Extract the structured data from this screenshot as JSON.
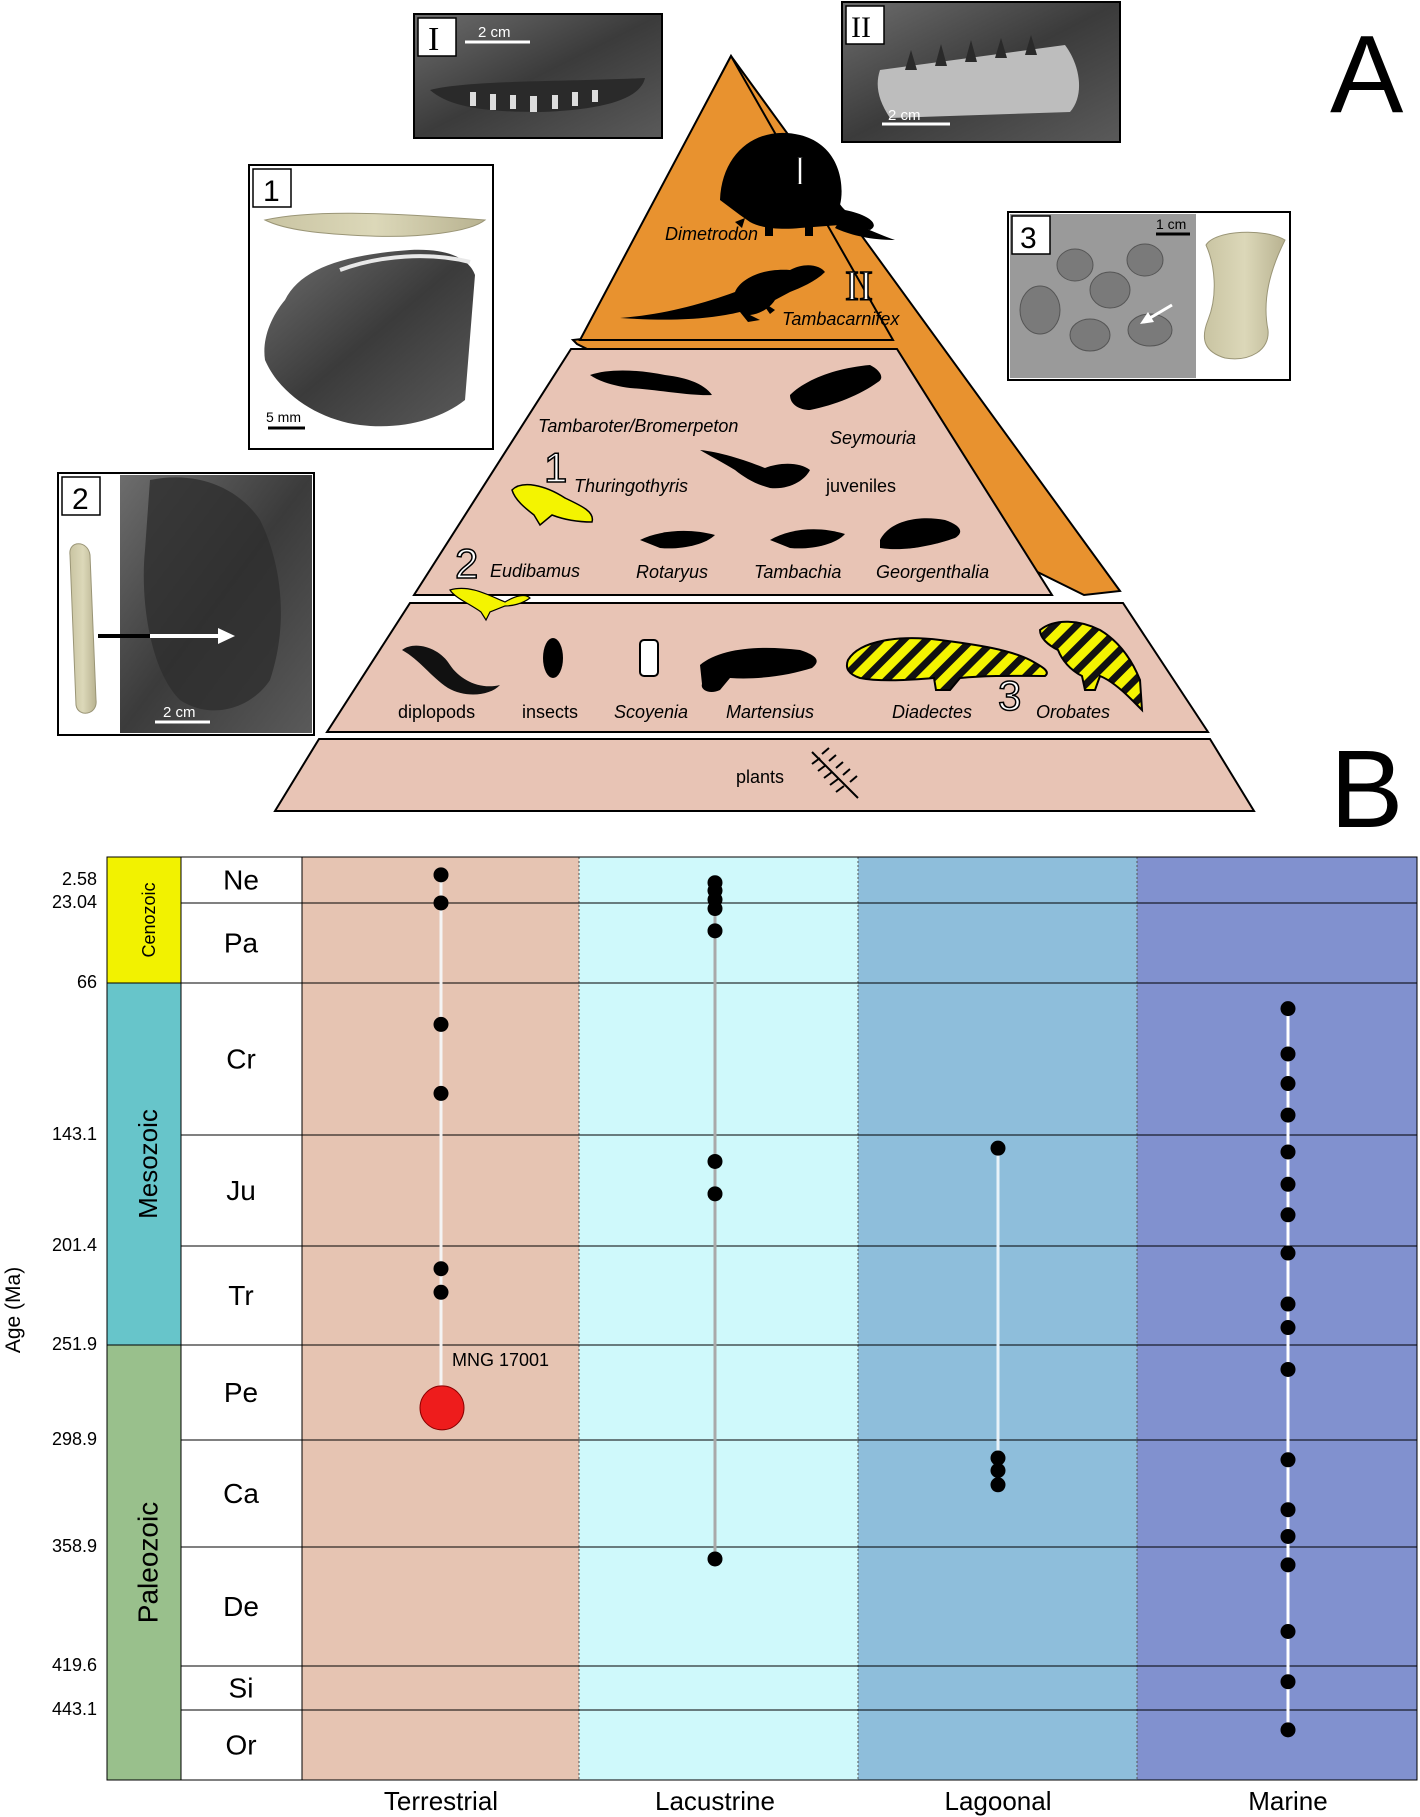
{
  "panel_labels": {
    "a": "A",
    "b": "B"
  },
  "pyramid": {
    "apex": {
      "taxa": [
        {
          "label": "Dimetrodon",
          "marker": "I"
        },
        {
          "label": "Tambacarnifex",
          "marker": "II"
        }
      ]
    },
    "middle": {
      "taxa": [
        {
          "label": "Tambaroter/Bromerpeton"
        },
        {
          "label": "Seymouria"
        },
        {
          "label": "Thuringothyris",
          "marker": "1"
        },
        {
          "label": "juveniles"
        },
        {
          "label": "Eudibamus",
          "marker": "2"
        },
        {
          "label": "Rotaryus"
        },
        {
          "label": "Tambachia"
        },
        {
          "label": "Georgenthalia"
        }
      ]
    },
    "lower": {
      "taxa": [
        {
          "label": "diplopods"
        },
        {
          "label": "insects"
        },
        {
          "label": "Scoyenia"
        },
        {
          "label": "Martensius"
        },
        {
          "label": "Diadectes"
        },
        {
          "label": "Orobates",
          "marker": "3"
        }
      ]
    },
    "base": {
      "taxa": [
        {
          "label": "plants"
        }
      ]
    }
  },
  "insets": [
    {
      "id": "I",
      "scale": "2 cm"
    },
    {
      "id": "II",
      "scale": "2 cm"
    },
    {
      "id": "1",
      "scale": "5 mm"
    },
    {
      "id": "2",
      "scale": "2 cm"
    },
    {
      "id": "3",
      "scale": "1 cm"
    }
  ],
  "colors": {
    "apex": "#e8922f",
    "tiers": "#e8c4b5",
    "yellow": "#f4f400",
    "cenozoic": "#f2f200",
    "mesozoic": "#67c5ca",
    "paleozoic": "#99c08c",
    "terrestrial": "#e6c4b2",
    "lacustrine": "#cff9fb",
    "lagoonal": "#8ebedb",
    "marine": "#8191cf",
    "highlight": "#ee1c1c"
  },
  "chart_data": {
    "type": "scatter",
    "ylabel": "Age (Ma)",
    "y_boundaries": [
      2.58,
      23.04,
      66.0,
      143.1,
      201.4,
      251.9,
      298.9,
      358.9,
      419.6,
      443.1
    ],
    "eras": [
      "Cenozoic",
      "Mesozoic",
      "Paleozoic"
    ],
    "periods": [
      "Ne",
      "Pa",
      "Cr",
      "Ju",
      "Tr",
      "Pe",
      "Ca",
      "De",
      "Si",
      "Or"
    ],
    "categories": [
      "Terrestrial",
      "Lacustrine",
      "Lagoonal",
      "Marine"
    ],
    "series": [
      {
        "category": "Terrestrial",
        "ages_ma": [
          2,
          23,
          87,
          122,
          213,
          225
        ]
      },
      {
        "category": "Lacustrine",
        "ages_ma": [
          5,
          12,
          20,
          26,
          38,
          157,
          174,
          365
        ]
      },
      {
        "category": "Lagoonal",
        "ages_ma": [
          150,
          309,
          316,
          324
        ]
      },
      {
        "category": "Marine",
        "ages_ma": [
          79,
          102,
          117,
          133,
          152,
          169,
          185,
          205,
          231,
          243,
          264,
          310,
          338,
          353,
          368,
          402,
          428,
          455
        ]
      }
    ],
    "highlight": {
      "category": "Terrestrial",
      "age_ma": 283,
      "label": "MNG 17001"
    }
  }
}
